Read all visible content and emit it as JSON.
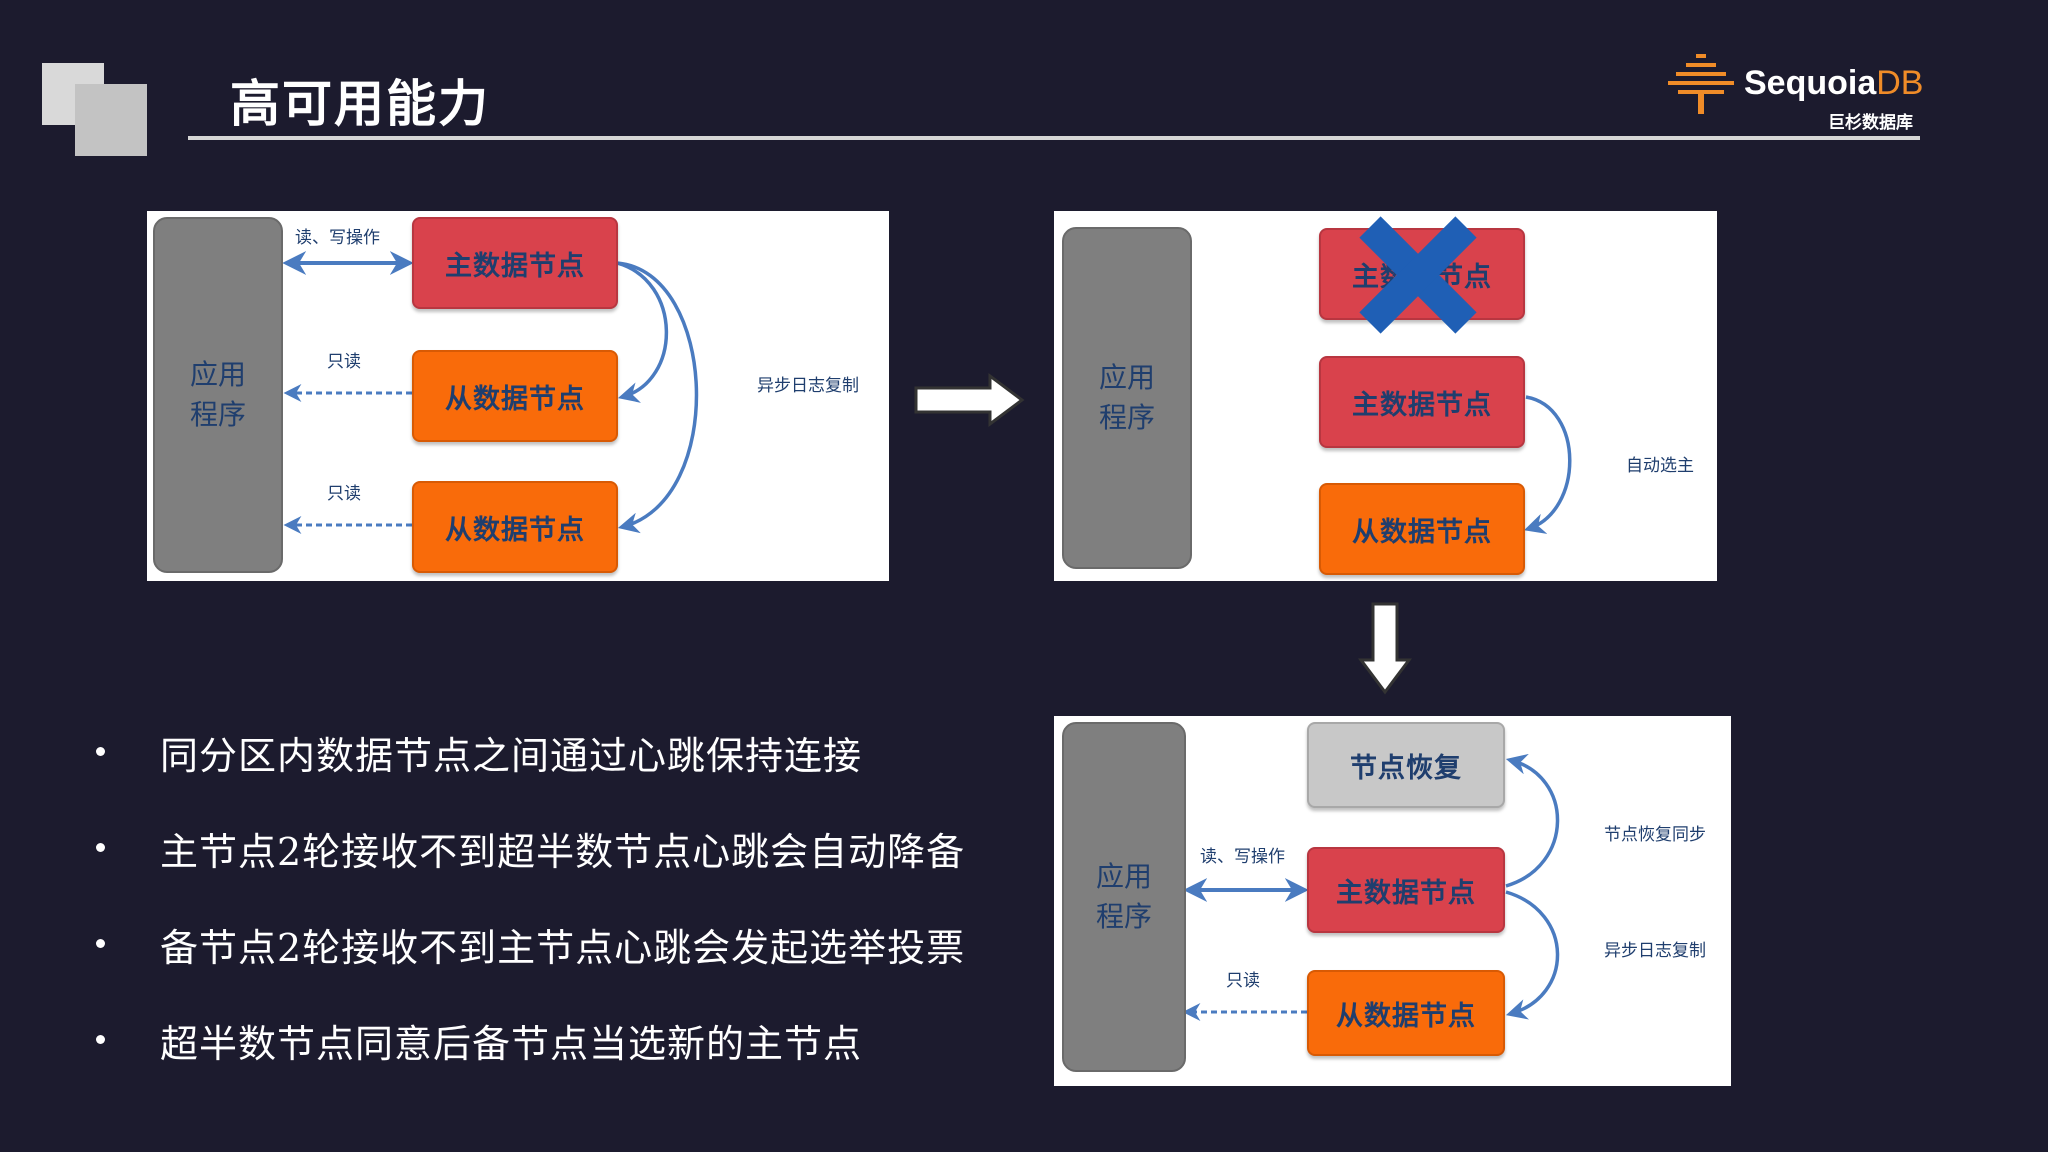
{
  "slide": {
    "title": "高可用能力"
  },
  "logo": {
    "word": "Sequoia",
    "word_accent": "DB",
    "subtitle": "巨杉数据库",
    "accent_color": "#f08c28"
  },
  "panel1": {
    "app_label": "应用程序",
    "nodes": [
      "主数据节点",
      "从数据节点",
      "从数据节点"
    ],
    "labels": {
      "read_write": "读、写操作",
      "read_only_1": "只读",
      "read_only_2": "只读",
      "async_log": "异步日志复制"
    }
  },
  "panel2": {
    "app_label": "应用程序",
    "failed_node": "主数据节点",
    "nodes": [
      "主数据节点",
      "从数据节点"
    ],
    "labels": {
      "auto_elect": "自动选主"
    }
  },
  "panel3": {
    "app_label": "应用程序",
    "nodes": [
      "节点恢复",
      "主数据节点",
      "从数据节点"
    ],
    "labels": {
      "read_write": "读、写操作",
      "read_only": "只读",
      "recover_sync": "节点恢复同步",
      "async_log": "异步日志复制"
    }
  },
  "bullets": [
    "同分区内数据节点之间通过心跳保持连接",
    "主节点2轮接收不到超半数节点心跳会自动降备",
    "备节点2轮接收不到主节点心跳会发起选举投票",
    "超半数节点同意后备节点当选新的主节点"
  ],
  "colors": {
    "background": "#1c1b2e",
    "primary_node": "#d9424c",
    "secondary_node": "#f96b0a",
    "recover_node": "#c8c8c8",
    "app_box": "#7f7f7f",
    "arrow_blue": "#4a7bc0",
    "fail_cross": "#1f5fb5"
  }
}
